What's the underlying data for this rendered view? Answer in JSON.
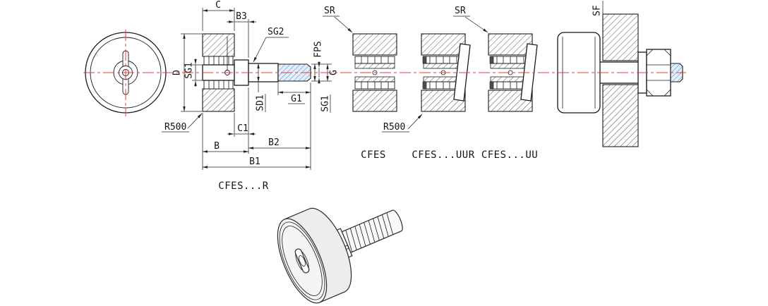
{
  "colors": {
    "centerline": "#e5383f",
    "thread_fill": "#e3eefb",
    "thread_line": "#4a86c8"
  },
  "section_view": {
    "caption": "CFES...R",
    "dims": {
      "c": "C",
      "b3": "B3",
      "sg2": "SG2",
      "fps": "FPS",
      "g": "G",
      "sg1_right": "SG1",
      "sg1_left": "SG1",
      "d": "D",
      "sd1": "SD1",
      "g1": "G1",
      "c1": "C1",
      "b": "B",
      "b2": "B2",
      "b1": "B1",
      "r500": "R500"
    }
  },
  "variants": {
    "plain": {
      "caption": "CFES"
    },
    "uur": {
      "caption": "CFES...UUR"
    },
    "uu": {
      "caption": "CFES...UU"
    },
    "r500": "R500",
    "sr_left": "SR",
    "sr_right": "SR"
  },
  "mounting": {
    "sf": "SF"
  }
}
